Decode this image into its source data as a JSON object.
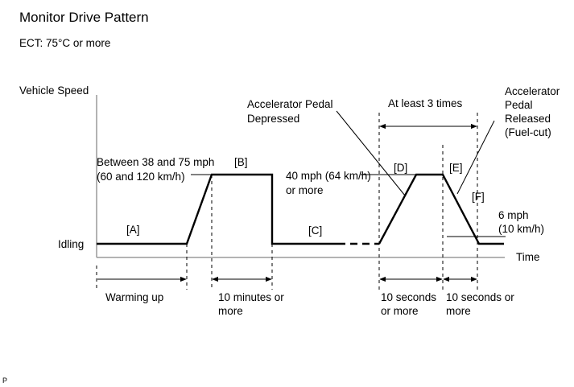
{
  "title": "Monitor Drive Pattern",
  "condition": "ECT: 75°C or more",
  "axis": {
    "y_label": "Vehicle Speed",
    "x_label": "Time",
    "idle_label": "Idling"
  },
  "segments": {
    "a": "[A]",
    "b": "[B]",
    "c": "[C]",
    "d": "[D]",
    "e": "[E]",
    "f": "[F]"
  },
  "speeds": {
    "b_line1": "Between 38 and 75 mph",
    "b_line2": "(60 and 120 km/h)",
    "d_line1": "40 mph (64 km/h)",
    "d_line2": "or more",
    "f_line1": "6 mph",
    "f_line2": "(10 km/h)"
  },
  "callouts": {
    "depressed_line1": "Accelerator Pedal",
    "depressed_line2": "Depressed",
    "released_line1": "Accelerator",
    "released_line2": "Pedal",
    "released_line3": "Released",
    "released_line4": "(Fuel-cut)",
    "repeat": "At least 3 times"
  },
  "durations": {
    "warmup": "Warming up",
    "b_line1": "10 minutes or",
    "b_line2": "more",
    "d_line1": "10 seconds",
    "d_line2": "or more",
    "e_line1": "10 seconds or",
    "e_line2": "more"
  },
  "footer": "P"
}
